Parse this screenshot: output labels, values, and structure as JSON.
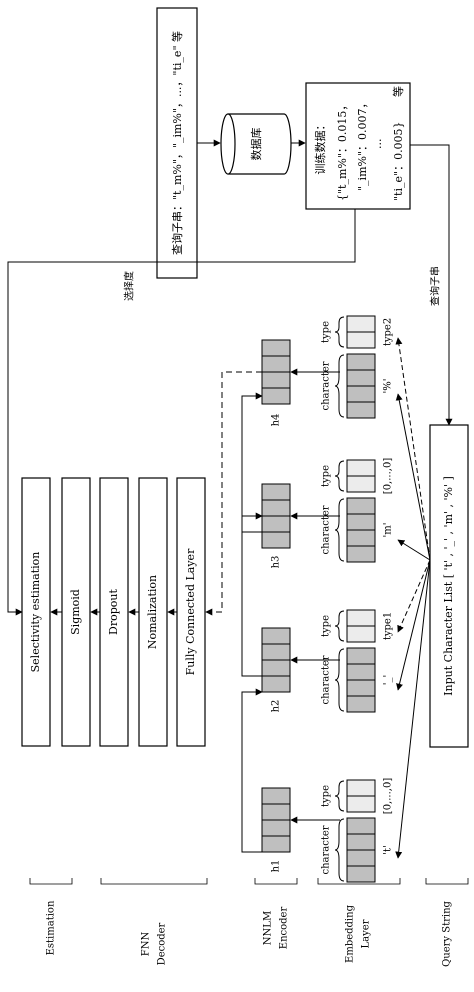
{
  "top": {
    "query_substring_box": "查询子串：\"t_m%\"，\"_im%\"，...，\"ti_e\" 等",
    "database": "数据库",
    "training_data": {
      "title": "训练数据：",
      "line1": "{\"t_m%\"：0.015，",
      "line2": "\"_im%\"：0.007，",
      "line3": "...",
      "line4": "\"ti_e\"：0.005}",
      "suffix": "等"
    },
    "arrow_label_selectivity": "选择度",
    "arrow_label_query": "查询子串"
  },
  "fnn_layers": [
    "Selectivity estimation",
    "Sigmoid",
    "Dropout",
    "Nomalization",
    "Fully Connected Layer"
  ],
  "hidden_states": [
    "h1",
    "h2",
    "h3",
    "h4"
  ],
  "embedding": {
    "type_label": "type",
    "character_label": "character",
    "type_values": [
      "[0,...,0]",
      "type1",
      "[0,...,0]",
      "type2"
    ],
    "character_values": [
      "'t'",
      "'_'",
      "'m'",
      "'%'"
    ]
  },
  "input_list": "Input Character List [ 't' , '_' , 'm' , '%' ]",
  "sections": {
    "estimation": "Estimation",
    "fnn_line1": "FNN",
    "fnn_line2": "Decoder",
    "nnlm_line1": "NNLM",
    "nnlm_line2": "Encoder",
    "embedding_line1": "Embedding",
    "embedding_line2": "Layer",
    "query_string": "Query String"
  },
  "colors": {
    "cell_dark": "#bfbfbf",
    "cell_light": "#ececec",
    "stroke": "#000000"
  }
}
